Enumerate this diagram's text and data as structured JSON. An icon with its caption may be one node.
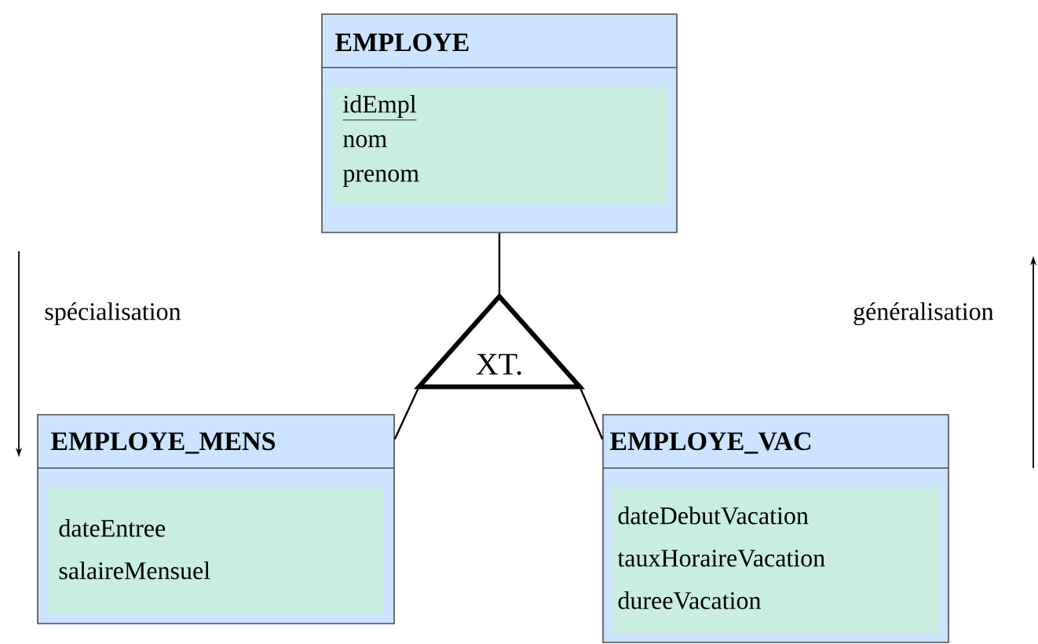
{
  "diagram": {
    "nodes": [
      {
        "text": [
          "EMPLOYE",
          "idEmpl",
          "nom",
          "prenom"
        ]
      },
      {
        "text": [
          "XT."
        ]
      },
      {
        "text": [
          "EMPLOYE_MENS",
          "dateEntree",
          "salaireMensuel"
        ]
      },
      {
        "text": [
          "EMPLOYE_VAC",
          "dateDebutVacation",
          "tauxHoraireVacation",
          "dureeVacation"
        ]
      }
    ],
    "edges": [
      {
        "from": 0,
        "to": 1,
        "arrow": "none"
      },
      {
        "from": 1,
        "to": 2,
        "arrow": "none"
      },
      {
        "from": 1,
        "to": 3,
        "arrow": "none"
      }
    ],
    "labels": [
      "spécialisation",
      "généralisation"
    ]
  }
}
